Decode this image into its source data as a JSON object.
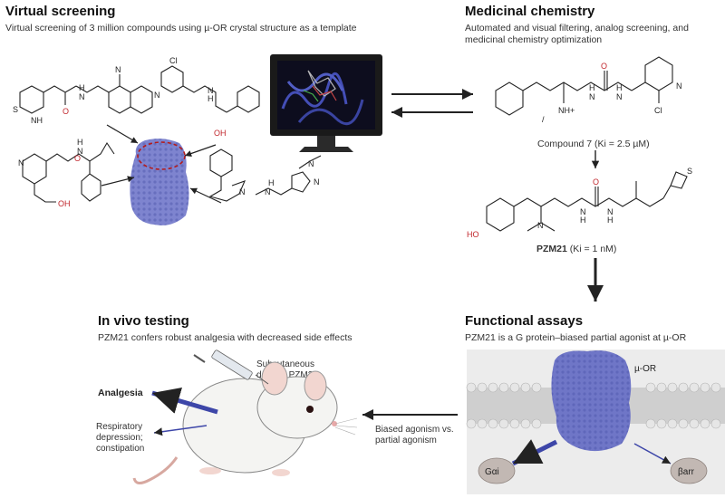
{
  "virtual": {
    "title": "Virtual screening",
    "subtitle": "Virtual screening of 3 million compounds using  µ-OR crystal structure as a template"
  },
  "medchem": {
    "title": "Medicinal chemistry",
    "subtitle_line1": "Automated and visual filtering, analog screening, and",
    "subtitle_line2": "medicinal chemistry optimization",
    "compound7": "Compound 7 (Ki = 2.5 µM)",
    "pzm21_name": "PZM21",
    "pzm21_affinity": " (Ki = 1 nM)"
  },
  "functional": {
    "title": "Functional assays",
    "subtitle": "PZM21 is a G protein–biased partial agonist at µ-OR",
    "receptor_label": "µ-OR",
    "galpha_label": "Gαi",
    "barr_label": "βarr"
  },
  "invivo": {
    "title": "In vivo testing",
    "subtitle": "PZM21 confers robust analgesia with decreased  side effects",
    "injection_line1": "Subcutaneous",
    "injection_line2": "dose of PZM21",
    "analgesia": "Analgesia",
    "side_line1": "Respiratory",
    "side_line2": "depression;",
    "side_line3": "constipation"
  },
  "bias": {
    "line1": "Biased agonism vs.",
    "line2": "partial agonism"
  },
  "atoms": {
    "S": "S",
    "NH": "NH",
    "O": "O",
    "N": "N",
    "H": "H",
    "Cl": "Cl",
    "OH": "OH",
    "HO": "HO",
    "NHplus": "NH+"
  },
  "colors": {
    "receptor": "#6f76c7",
    "membrane": "#d9d9d9",
    "red_atom": "#c1272d",
    "protein_blob": "#c2b8b3"
  }
}
